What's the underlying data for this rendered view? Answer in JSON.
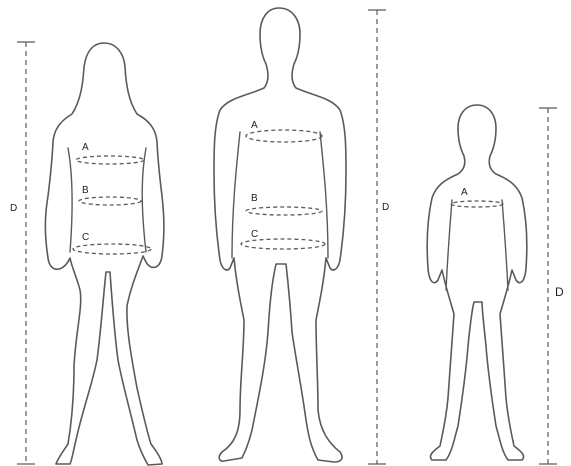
{
  "figures": [
    {
      "id": "woman",
      "labels": {
        "a": "A",
        "b": "B",
        "c": "C",
        "d": "D"
      }
    },
    {
      "id": "man",
      "labels": {
        "a": "A",
        "b": "B",
        "c": "C",
        "d": "D"
      }
    },
    {
      "id": "child",
      "labels": {
        "a": "A",
        "d": "D"
      }
    }
  ],
  "colors": {
    "outline": "#5a5a5a",
    "label": "#222222",
    "background": "#ffffff"
  }
}
